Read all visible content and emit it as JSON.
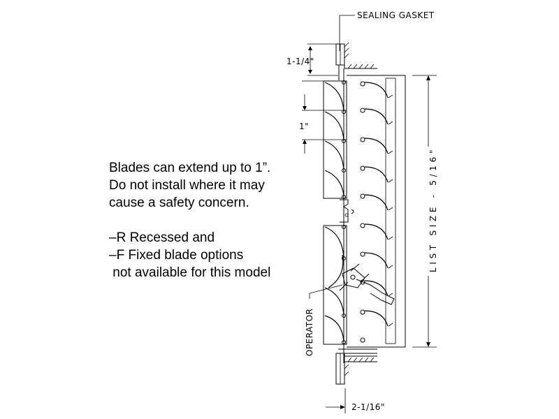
{
  "labels": {
    "sealing_gasket": "SEALING GASKET",
    "dim_top": "1-1/4\"",
    "dim_blade": "1\"",
    "list_size": "LIST SIZE - 5/16\"",
    "operator": "OPERATOR",
    "dim_bottom": "2-1/16\""
  },
  "notes": {
    "line1": "Blades can extend up to 1”.",
    "line2": "Do not install where it may",
    "line3": "cause a safety concern.",
    "line4": "–R Recessed and",
    "line5": "–F Fixed blade options",
    "line6": " not available for this model"
  }
}
